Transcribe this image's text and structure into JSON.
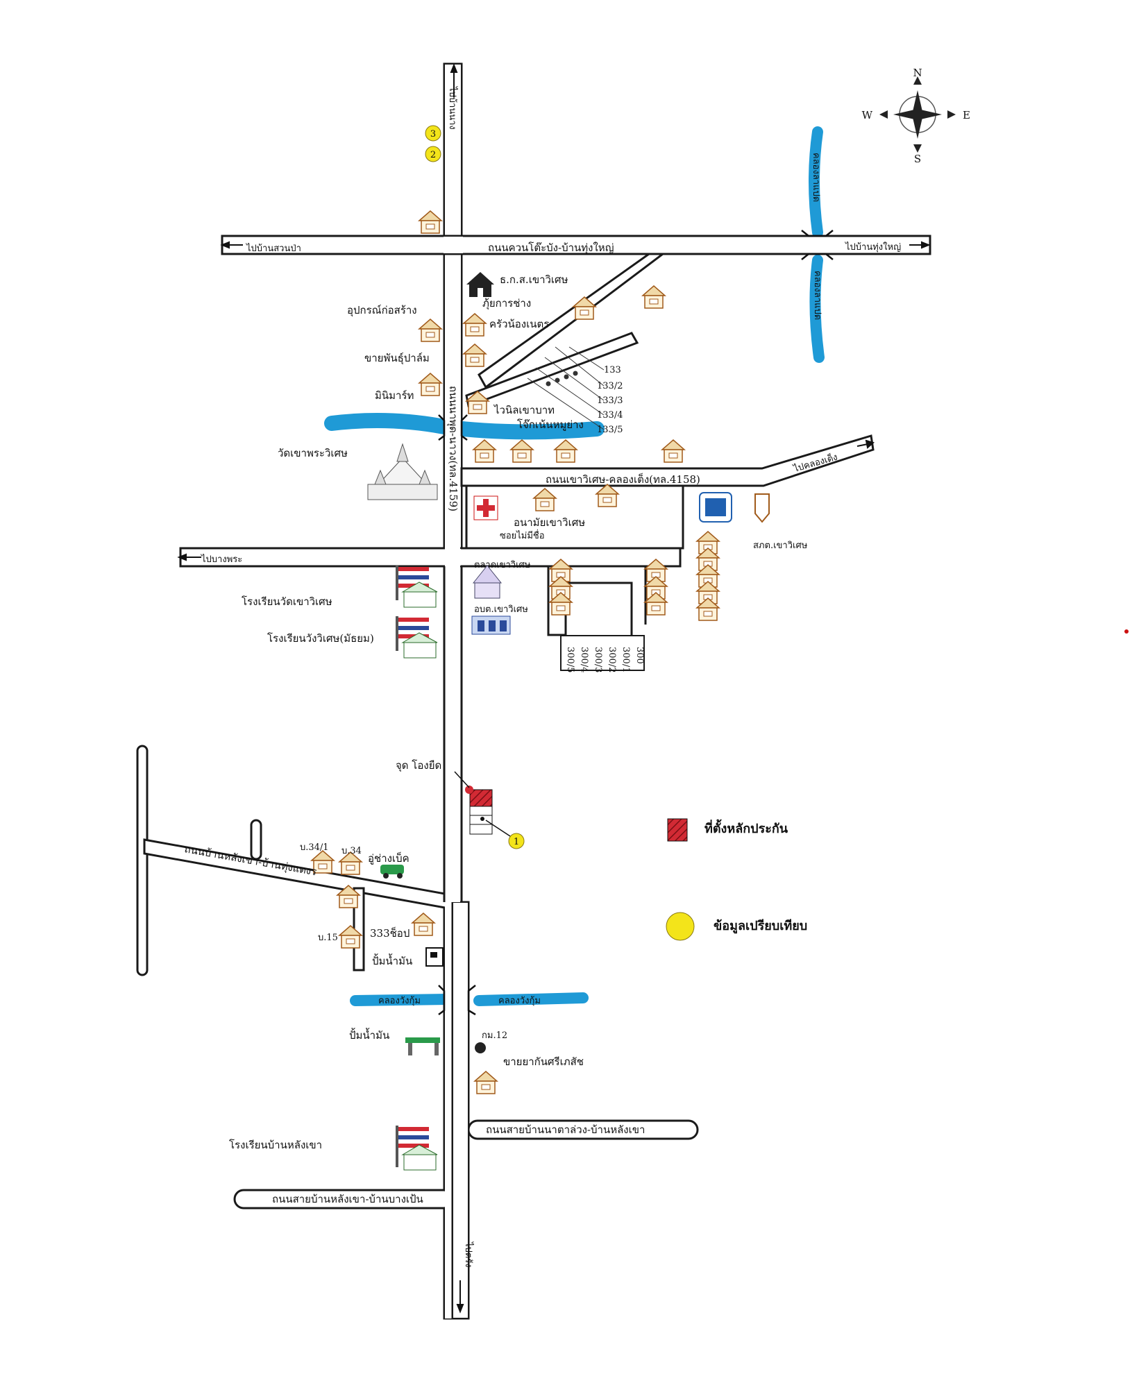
{
  "compass": {
    "n": "N",
    "s": "S",
    "e": "E",
    "w": "W"
  },
  "roads": {
    "north_dir": "ไปบ้านนาง",
    "top_road": "ถนนควนโต๊ะบัง-บ้านทุ่งใหญ่",
    "top_west": "ไปบ้านสวนป่า",
    "top_east": "ไปบ้านทุ่งใหญ่",
    "main_vertical": "ถนนนาพุด-นาวง(ทล.4159)",
    "khao_wiset_road": "ถนนเขาวิเศษ-คลองเต็ง(ทล.4158)",
    "to_khlong_teng": "ไปคลองเต็ง",
    "to_bang_phra": "ไปบางพระ",
    "lang_khao_road": "ถนนบ้านหลังเขา-บ้านทุ่งแตงร",
    "na_ta_road": "ถนนสายบ้านนาตาล่วง-บ้านหลังเขา",
    "bang_pen_road": "ถนนสายบ้านหลังเขา-บ้านบางเป้น",
    "south_dir": "ไปตรัง"
  },
  "canals": {
    "north_1": "คลองลาแปด",
    "north_2": "คลองลาแปด",
    "wang_kum_left": "คลองวังกุ้ม",
    "wang_kum_right": "คลองวังกุ้ม"
  },
  "places": {
    "baac": "ธ.ก.ส.เขาวิเศษ",
    "tools": "อุปกรณ์ก่อสร้าง",
    "tool_shop": "ภุ้ยการช่าง",
    "kitchen": "ครัวน้องเนตร",
    "plant": "ขายพันธุ์ปาล์ม",
    "minimart": "มินิมาร์ท",
    "vinyl": "ไวนิลเขาบาท",
    "noodle": "โจ๊กเน้นหมูย่าง",
    "temple": "วัดเขาพระวิเศษ",
    "health": "อนามัยเขาวิเศษ",
    "health_sub": "ซอยไม่มีชื่อ",
    "police": "สภต.เขาวิเศษ",
    "market": "ตลาดเขาวิเศษ",
    "tao": "อบต.เขาวิเศษ",
    "school1": "โรงเรียนวัดเขาวิเศษ",
    "school2": "โรงเรียนวังวิเศษ(มัธยม)",
    "landmark": "จุด โองยืด",
    "house_34_1": "บ.34/1",
    "house_34": "บ.34",
    "garage": "อู่ช่างเบ็ค",
    "house_15": "บ.15",
    "shop_333": "333ช็อป",
    "gas1": "ปั้มน้ำมัน",
    "gas2": "ปั้มน้ำมัน",
    "km": "กม.12",
    "agri": "ขายยากันศรีเภสัช",
    "school3": "โรงเรียนบ้านหลังเขา"
  },
  "numbers": [
    "133",
    "133/2",
    "133/3",
    "133/4",
    "133/5"
  ],
  "lots": [
    "300/5",
    "300/4",
    "300/3",
    "300/2",
    "300/1",
    "300"
  ],
  "markers": {
    "m1": "1",
    "m2": "2",
    "m3": "3"
  },
  "legend": {
    "collateral": "ที่ตั้งหลักประกัน",
    "comparison": "ข้อมูลเปรียบเทียบ"
  },
  "colors": {
    "river": "#1f9ad6",
    "collateral": "#d22a34",
    "comparison": "#f3e41a",
    "house": "#f0d9a8"
  }
}
